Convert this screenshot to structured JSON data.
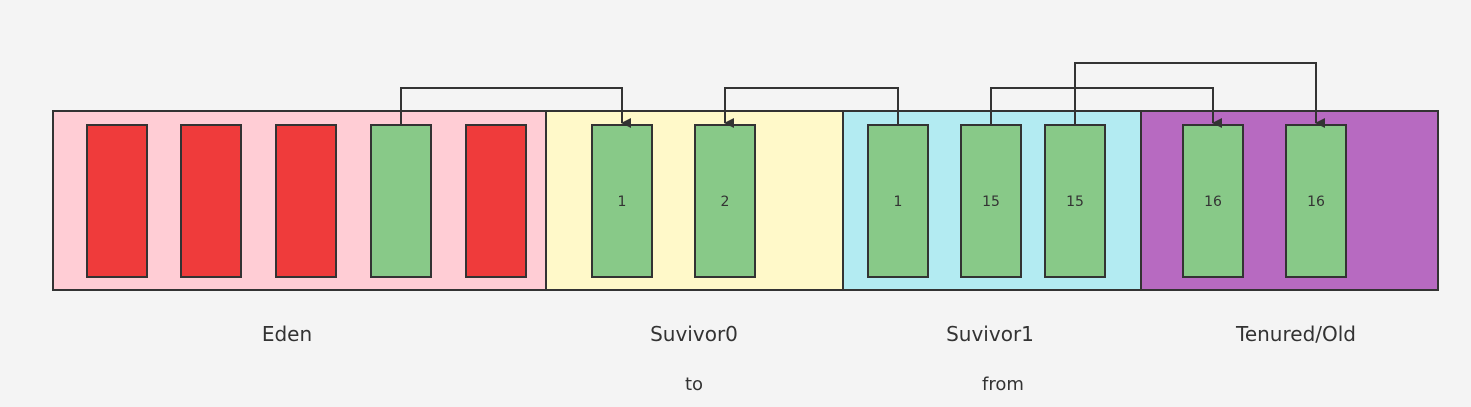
{
  "colors": {
    "background": "#f4f4f4",
    "outline": "#333333",
    "eden_fill": "#ffcdd5",
    "survivor0_fill": "#fff9c9",
    "survivor1_fill": "#b3ebf2",
    "tenured_fill": "#b76ac1",
    "garbage_object": "#ef3b3b",
    "live_object": "#88c988",
    "arrow": "#333333"
  },
  "regions": [
    {
      "id": "eden",
      "label": "Eden",
      "sublabel": "",
      "blocks": [
        {
          "state": "garbage",
          "age": ""
        },
        {
          "state": "garbage",
          "age": ""
        },
        {
          "state": "garbage",
          "age": ""
        },
        {
          "state": "live",
          "age": ""
        },
        {
          "state": "garbage",
          "age": ""
        }
      ]
    },
    {
      "id": "survivor0",
      "label": "Suvivor0",
      "sublabel": "to",
      "blocks": [
        {
          "state": "live",
          "age": "1"
        },
        {
          "state": "live",
          "age": "2"
        }
      ]
    },
    {
      "id": "survivor1",
      "label": "Suvivor1",
      "sublabel": "from",
      "blocks": [
        {
          "state": "live",
          "age": "1"
        },
        {
          "state": "live",
          "age": "15"
        },
        {
          "state": "live",
          "age": "15"
        }
      ]
    },
    {
      "id": "tenured",
      "label": "Tenured/Old",
      "sublabel": "",
      "blocks": [
        {
          "state": "live",
          "age": "16"
        },
        {
          "state": "live",
          "age": "16"
        }
      ]
    }
  ],
  "arrows": [
    {
      "from": "eden.3",
      "to": "survivor0.0"
    },
    {
      "from": "survivor1.0",
      "to": "survivor0.1"
    },
    {
      "from": "survivor1.1",
      "to": "tenured.0"
    },
    {
      "from": "survivor1.2",
      "to": "tenured.1"
    }
  ]
}
